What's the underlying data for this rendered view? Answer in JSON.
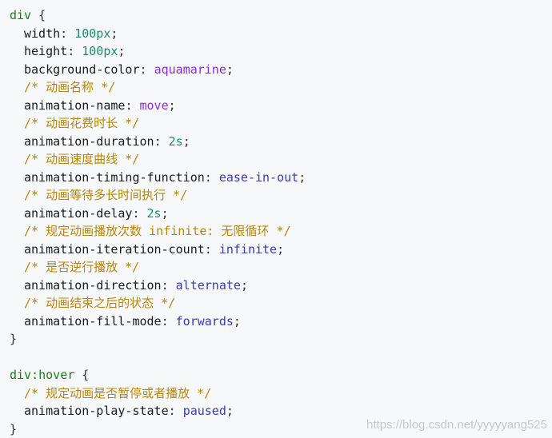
{
  "blocks": [
    {
      "selector": "div",
      "lines": [
        {
          "type": "decl",
          "prop": "width",
          "value": "100px",
          "vclass": "num"
        },
        {
          "type": "decl",
          "prop": "height",
          "value": "100px",
          "vclass": "num"
        },
        {
          "type": "decl",
          "prop": "background-color",
          "value": "aquamarine",
          "vclass": "kw2"
        },
        {
          "type": "comment",
          "text": "/* 动画名称 */"
        },
        {
          "type": "decl",
          "prop": "animation-name",
          "value": "move",
          "vclass": "kw2"
        },
        {
          "type": "comment",
          "text": "/* 动画花费时长 */"
        },
        {
          "type": "decl",
          "prop": "animation-duration",
          "value": "2s",
          "vclass": "num"
        },
        {
          "type": "comment",
          "text": "/* 动画速度曲线 */"
        },
        {
          "type": "decl",
          "prop": "animation-timing-function",
          "value": "ease-in-out",
          "vclass": "kw"
        },
        {
          "type": "comment",
          "text": "/* 动画等待多长时间执行 */"
        },
        {
          "type": "decl",
          "prop": "animation-delay",
          "value": "2s",
          "vclass": "num"
        },
        {
          "type": "comment",
          "text": "/* 规定动画播放次数 infinite: 无限循环 */"
        },
        {
          "type": "decl",
          "prop": "animation-iteration-count",
          "value": "infinite",
          "vclass": "kw"
        },
        {
          "type": "comment",
          "text": "/* 是否逆行播放 */"
        },
        {
          "type": "decl",
          "prop": "animation-direction",
          "value": "alternate",
          "vclass": "kw"
        },
        {
          "type": "comment",
          "text": "/* 动画结束之后的状态 */"
        },
        {
          "type": "decl",
          "prop": "animation-fill-mode",
          "value": "forwards",
          "vclass": "kw"
        }
      ]
    },
    {
      "selector": "div:hover",
      "lines": [
        {
          "type": "comment",
          "text": "/* 规定动画是否暂停或者播放 */"
        },
        {
          "type": "decl",
          "prop": "animation-play-state",
          "value": "paused",
          "vclass": "kw"
        }
      ]
    }
  ],
  "syntax": {
    "open_brace": " {",
    "close_brace": "}",
    "colon": ": ",
    "semicolon": ";"
  },
  "colors": {
    "background": "#f6f8fa",
    "selector": "#1f7a1f",
    "number": "#1d8a6a",
    "keyword": "#3b3bb0",
    "color_keyword": "#8a2be2",
    "comment": "#b8860b"
  },
  "watermark": "https://blog.csdn.net/yyyyyang525"
}
